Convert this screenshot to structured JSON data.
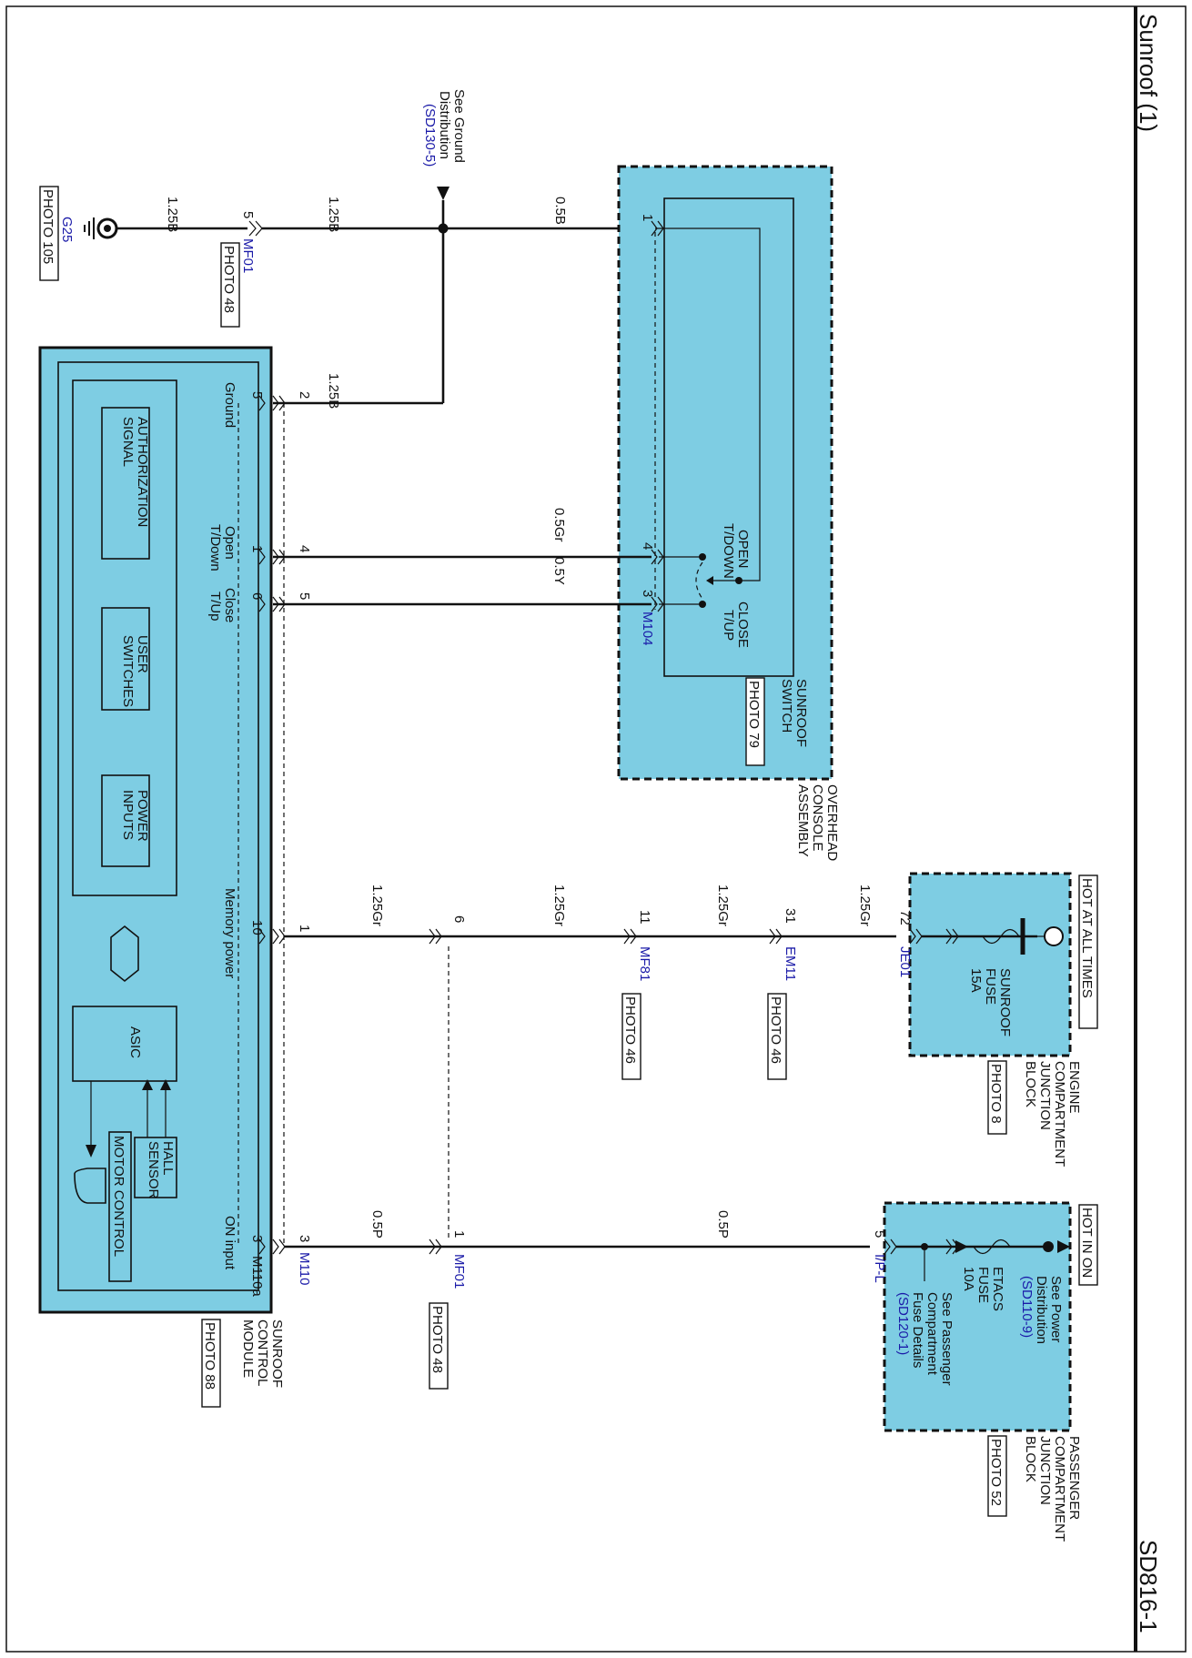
{
  "page": {
    "title": "Sunroof (1)",
    "code": "SD816-1"
  },
  "ground": {
    "id": "G25",
    "photo": "PHOTO 105",
    "wire1": "1.25B",
    "wire2": "1.25B",
    "wire3": "1.25B",
    "connector_pin": "5",
    "connector": "MF01",
    "connector_photo": "PHOTO 48",
    "see_ground": [
      "See Ground",
      "Distribution"
    ],
    "see_ground_ref": "(SD130-5)"
  },
  "overhead": {
    "label": [
      "OVERHEAD",
      "CONSOLE",
      "ASSEMBLY"
    ],
    "switch_label": [
      "SUNROOF",
      "SWITCH"
    ],
    "switch_photo": "PHOTO 79",
    "open_label": [
      "OPEN",
      "T/DOWN"
    ],
    "close_label": [
      "CLOSE",
      "T/UP"
    ],
    "connector": "M104",
    "pin_ground": "1",
    "pin_open": "4",
    "pin_close": "3",
    "wire_ground": "0.5B",
    "wire_open": "0.5Gr",
    "wire_close": "0.5Y"
  },
  "module": {
    "label": [
      "SUNROOF",
      "CONTROL",
      "MODULE"
    ],
    "photo": "PHOTO 88",
    "blocks": {
      "auth": [
        "AUTHORIZATION",
        "SIGNAL"
      ],
      "user": [
        "USER",
        "SWITCHES"
      ],
      "power": [
        "POWER",
        "INPUTS"
      ],
      "asic": "ASIC",
      "hall": [
        "HALL",
        "SENSOR"
      ],
      "motor": "MOTOR CONTROL"
    },
    "pins": {
      "ground": {
        "label": "Ground",
        "inner": "5",
        "outer": "2"
      },
      "open": {
        "label": [
          "Open",
          "T/Down"
        ],
        "inner": "1",
        "outer": "4"
      },
      "close": {
        "label": [
          "Close",
          "T/Up"
        ],
        "inner": "6",
        "outer": "5"
      },
      "memory": {
        "label": "Memory power",
        "inner": "10",
        "outer": "1"
      },
      "on": {
        "label": "ON input",
        "inner": "3",
        "outer": "3"
      }
    },
    "connector_inner": "M110a",
    "connector_outer": "M110"
  },
  "memory_circuit": {
    "hot_label": "HOT AT ALL TIMES",
    "fuse": [
      "SUNROOF",
      "FUSE",
      "15A"
    ],
    "junction_label": [
      "ENGINE",
      "COMPARTMENT",
      "JUNCTION",
      "BLOCK"
    ],
    "junction_photo": "PHOTO 8",
    "je01_pin": "72",
    "je01": "JE01",
    "em11_pin": "31",
    "em11": "EM11",
    "em11_photo": "PHOTO 46",
    "mf81_pin": "11",
    "mf81": "MF81",
    "mf81_photo": "PHOTO 46",
    "mf01_pin": "6",
    "wires": [
      "1.25Gr",
      "1.25Gr",
      "1.25Gr",
      "1.25Gr"
    ]
  },
  "on_circuit": {
    "hot_label": "HOT IN ON",
    "see_power": [
      "See Power",
      "Distribution"
    ],
    "see_power_ref": "(SD110-9)",
    "fuse": [
      "ETACS",
      "FUSE",
      "10A"
    ],
    "see_passenger": [
      "See Passenger",
      "Compartment",
      "Fuse Details"
    ],
    "see_passenger_ref": "(SD120-1)",
    "junction_label": [
      "PASSENGER",
      "COMPARTMENT",
      "JUNCTION",
      "BLOCK"
    ],
    "junction_photo": "PHOTO 52",
    "ipl_pin": "5",
    "ipl": "I/P-L",
    "mf01_pin": "1",
    "mf01": "MF01",
    "mf01_photo": "PHOTO 48",
    "wires": [
      "0.5P",
      "0.5P"
    ]
  }
}
